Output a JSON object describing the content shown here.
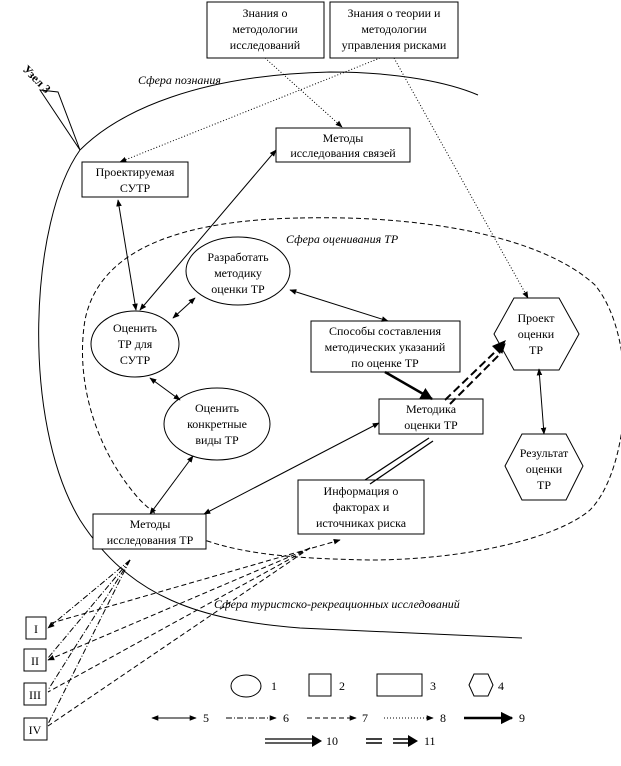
{
  "spheres": {
    "cognition": "Сфера познания",
    "evaluation": "Сфера оценивания ТР",
    "research": "Сфера туристско-рекреационных исследований"
  },
  "nodes": {
    "k_methodology": [
      "Знания о",
      "методологии",
      "исследований"
    ],
    "k_risk": [
      "Знания о теории и",
      "методологии",
      "управления рисками"
    ],
    "rel_methods": [
      "Методы",
      "исследования связей"
    ],
    "designed": [
      "Проектируемая",
      "СУТР"
    ],
    "dev_method": [
      "Разработать",
      "методику",
      "оценки ТР"
    ],
    "eval_tr": [
      "Оценить",
      "ТР для",
      "СУТР"
    ],
    "compose": [
      "Способы составления",
      "методических указаний",
      "по оценке ТР"
    ],
    "project": [
      "Проект",
      "оценки",
      "ТР"
    ],
    "specific": [
      "Оценить",
      "конкретные",
      "виды ТР"
    ],
    "methodology": [
      "Методика",
      "оценки ТР"
    ],
    "result": [
      "Результат",
      "оценки",
      "ТР"
    ],
    "info": [
      "Информация о",
      "факторах и",
      "источниках риска"
    ],
    "tr_methods": [
      "Методы",
      "исследования ТР"
    ]
  },
  "side_label": "Узел 3",
  "roman": [
    "I",
    "II",
    "III",
    "IV"
  ],
  "legend": {
    "n1": "1",
    "n2": "2",
    "n3": "3",
    "n4": "4",
    "n5": "5",
    "n6": "6",
    "n7": "7",
    "n8": "8",
    "n9": "9",
    "n10": "10",
    "n11": "11"
  }
}
